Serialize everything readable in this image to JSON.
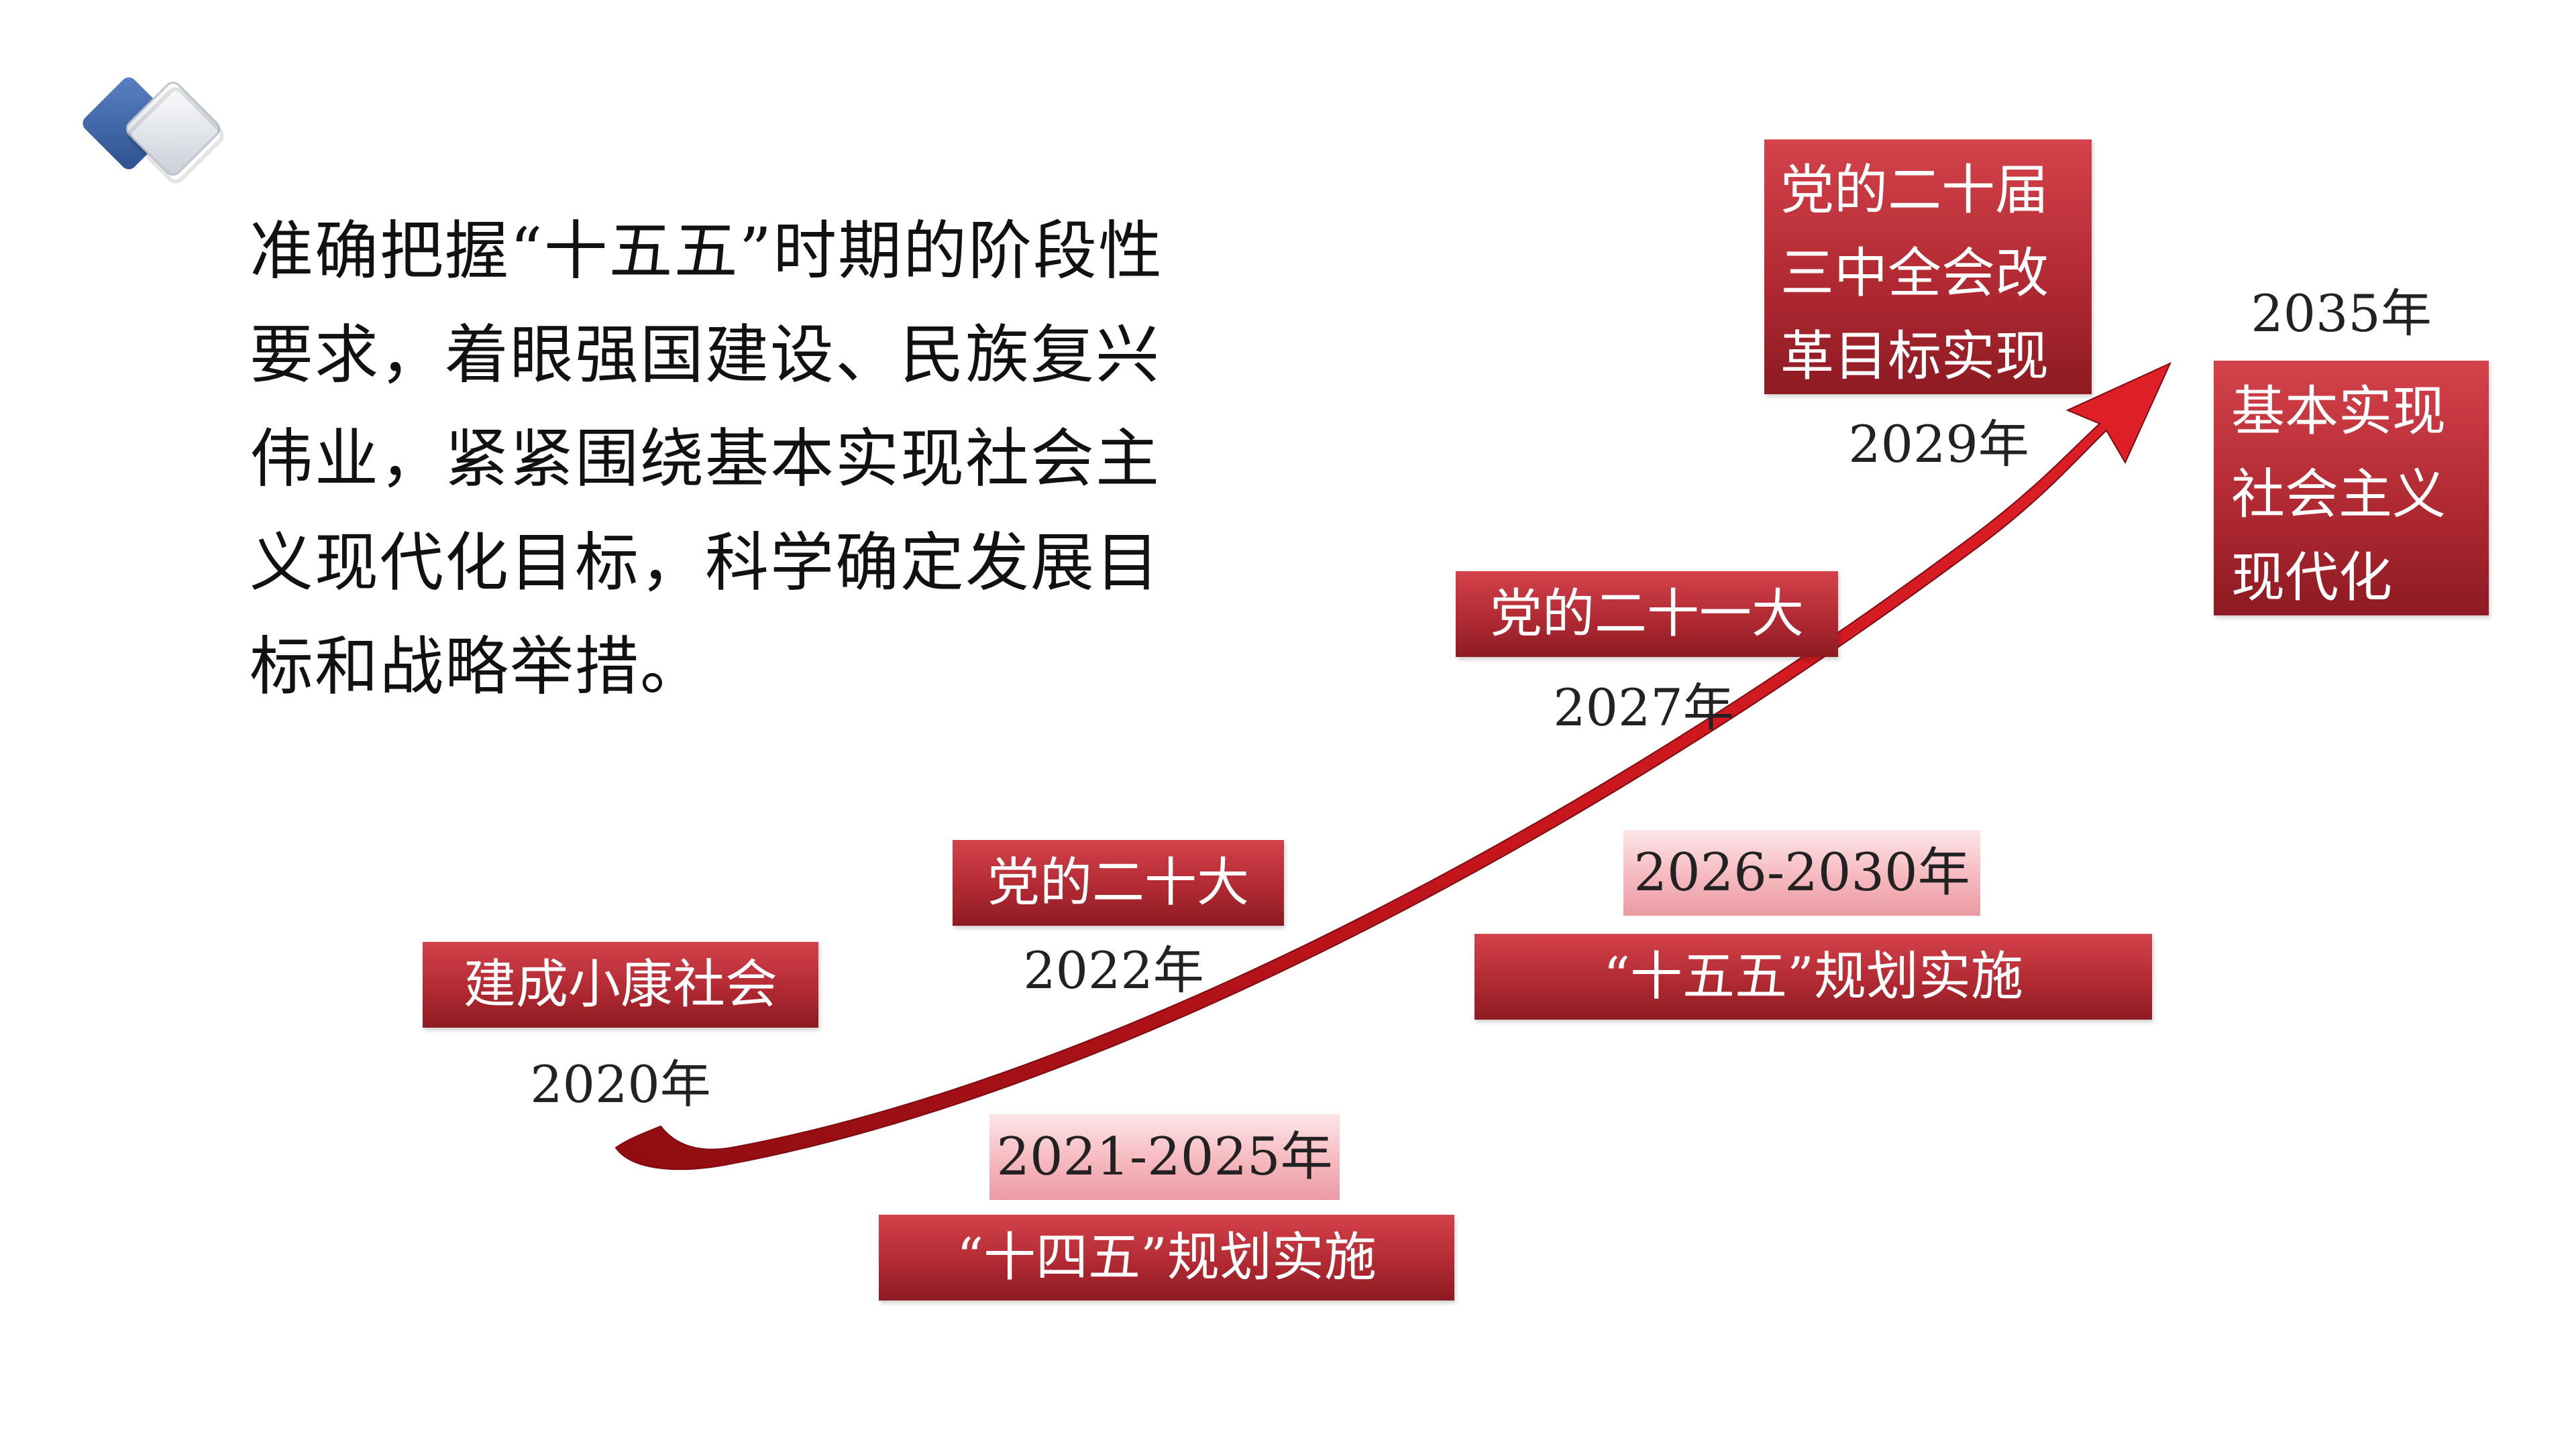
{
  "statement": "准确把握“十五五”时期的阶段性要求，着眼强国建设、民族复兴伟业，紧紧围绕基本实现社会主义现代化目标，科学确定发展目标和战略举措。",
  "milestones": {
    "m2020": {
      "label": "建成小康社会",
      "year": "2020年"
    },
    "m2022": {
      "label": "党的二十大",
      "year": "2022年"
    },
    "m2027": {
      "label": "党的二十一大",
      "year": "2027年"
    },
    "m2029": {
      "lines": [
        "党的二十届",
        "三中全会改",
        "革目标实现"
      ],
      "year": "2029年"
    },
    "m2035": {
      "lines": [
        "基本实现",
        "社会主义",
        "现代化"
      ],
      "year": "2035年"
    }
  },
  "periods": {
    "p14": {
      "range": "2021-2025年",
      "label": "“十四五”规划实施"
    },
    "p15": {
      "range": "2026-2030年",
      "label": "“十五五”规划实施"
    }
  },
  "colors": {
    "accent_red": "#b22a33",
    "arrow_red": "#c8161d",
    "logo_blue": "#3b5f9e",
    "logo_grey": "#d9dde3"
  },
  "icons": {
    "logo": "double-diamond-icon"
  }
}
